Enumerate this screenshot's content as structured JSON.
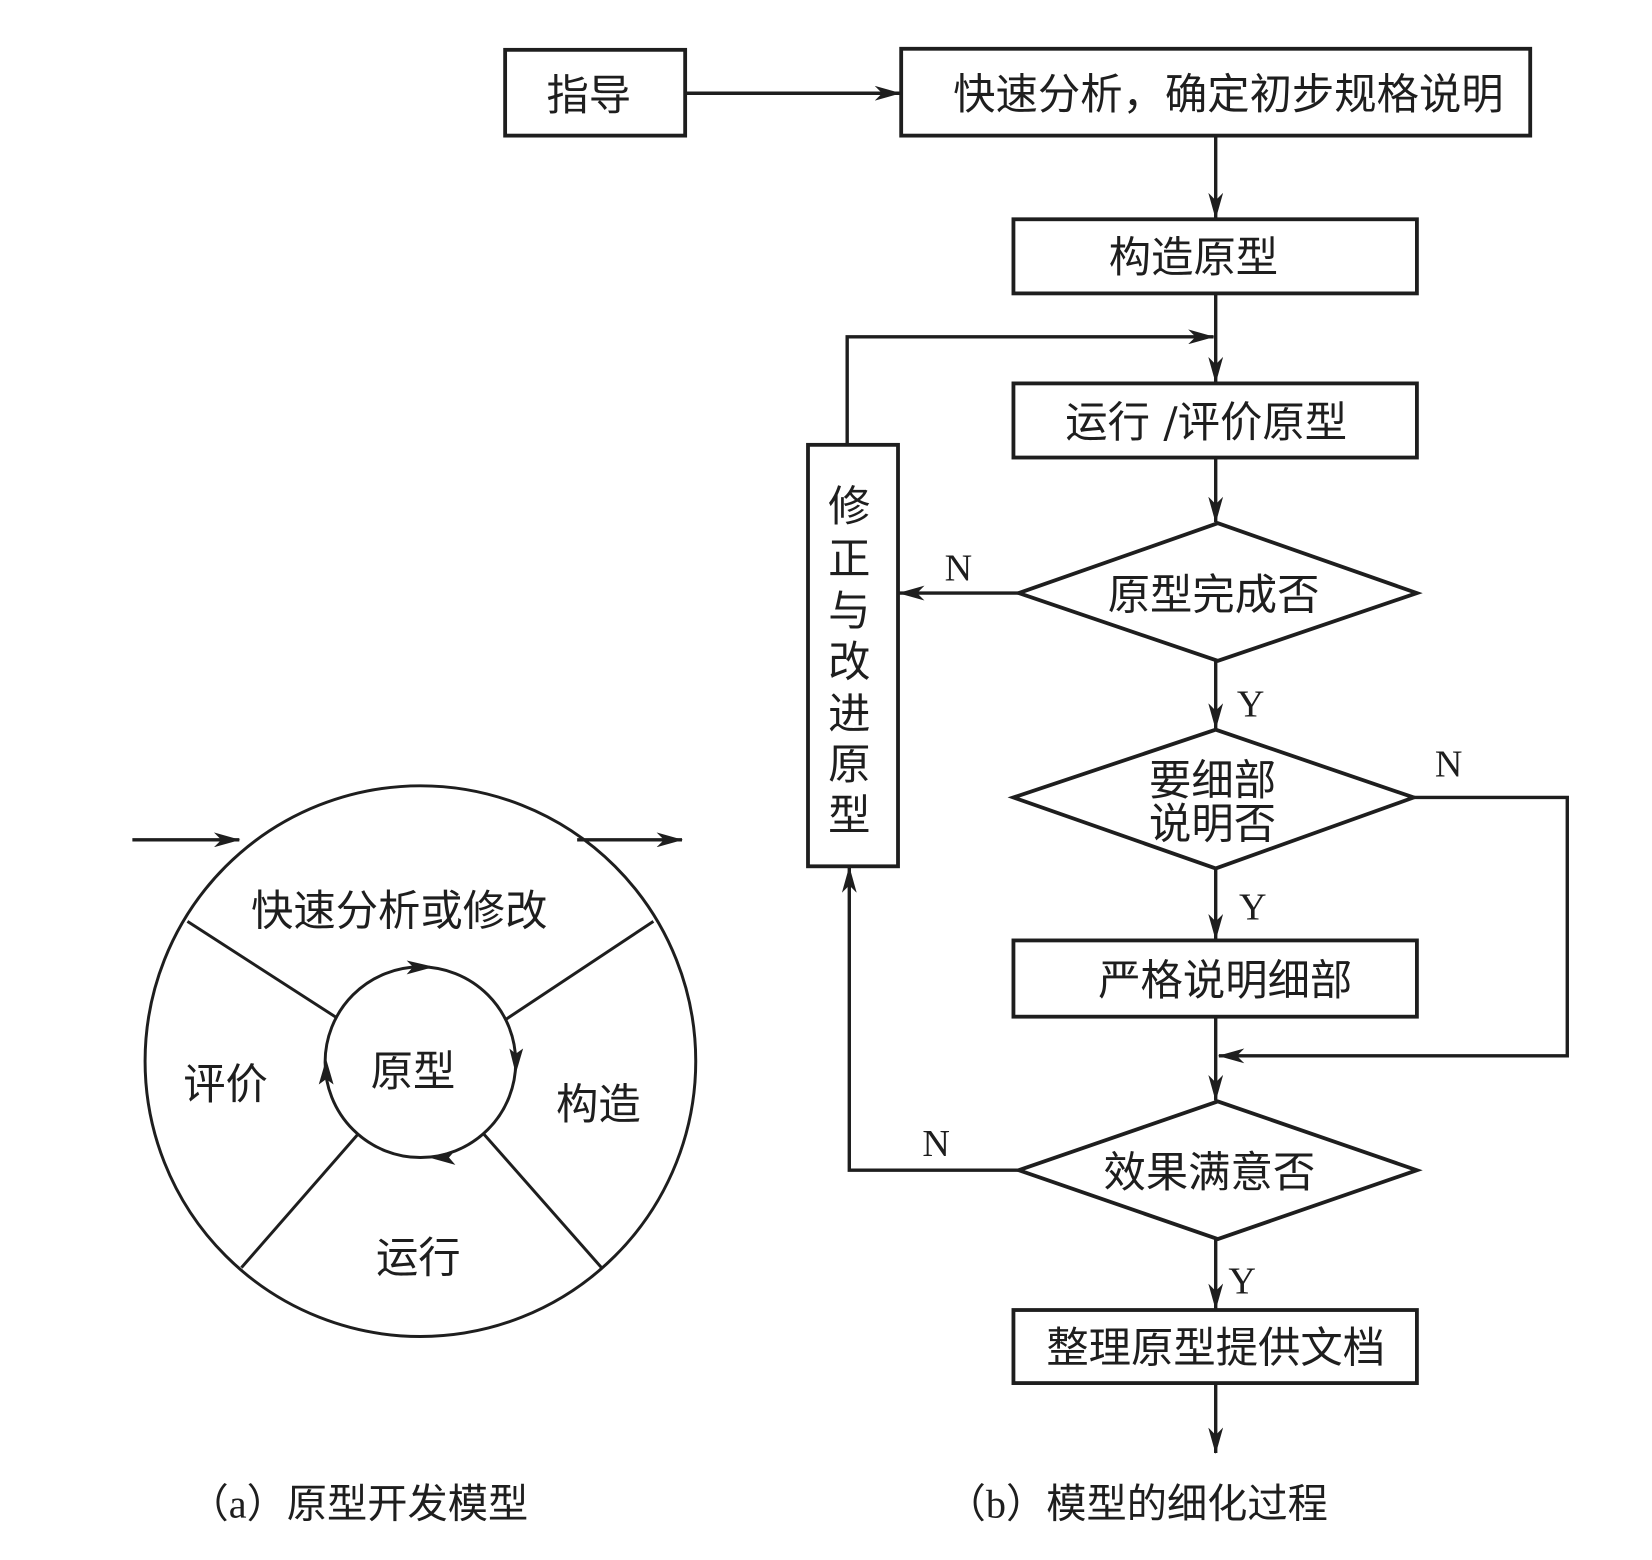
{
  "figure_a": {
    "caption": "（a）原型开发模型",
    "center_label": "原型",
    "segments": {
      "top": "快速分析或修改",
      "left": "评价",
      "right": "构造",
      "bottom": "运行"
    }
  },
  "figure_b": {
    "caption": "（b）模型的细化过程",
    "nodes": {
      "guide": "指导",
      "quick_analysis": "快速分析，确定初步规格说明",
      "build_prototype": "构造原型",
      "run_evaluate": "运行 /评价原型",
      "decision_complete": "原型完成否",
      "revise_chars": [
        "修",
        "正",
        "与",
        "改",
        "进",
        "原",
        "型"
      ],
      "decision_detail_lines": [
        "要细部",
        "说明否"
      ],
      "specify_detail": "严格说明细部",
      "decision_satisfied": "效果满意否",
      "document": "整理原型提供文档"
    },
    "edge_labels": {
      "complete_no": "N",
      "complete_yes": "Y",
      "detail_no": "N",
      "detail_yes": "Y",
      "satisfied_no": "N",
      "satisfied_yes": "Y"
    }
  }
}
